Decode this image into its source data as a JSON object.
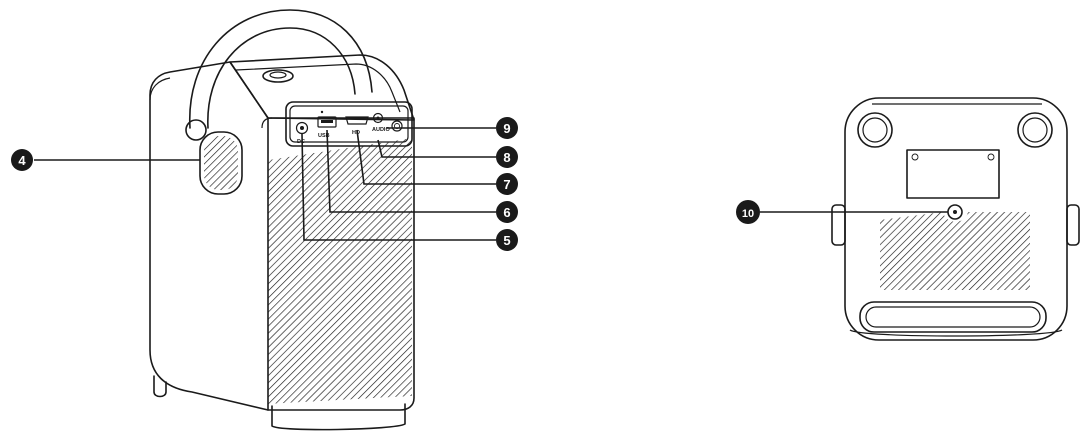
{
  "ports": {
    "dc": "DC",
    "usb": "USB",
    "hd": "HD",
    "audio": "AUDIO"
  },
  "callouts": [
    "4",
    "5",
    "6",
    "7",
    "8",
    "9",
    "10"
  ]
}
